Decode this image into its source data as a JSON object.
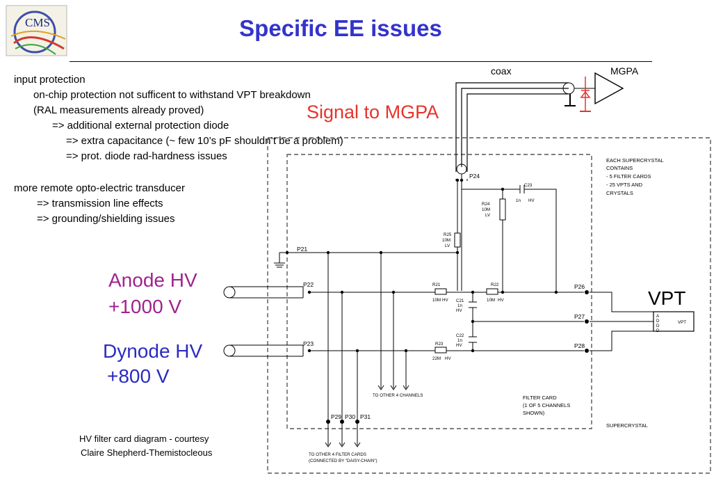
{
  "title": "Specific EE issues",
  "logo_text": "CMS",
  "notes": [
    "input protection",
    "on-chip protection not sufficent to withstand VPT breakdown",
    "(RAL measurements already proved)",
    "=> additional external protection diode",
    "=> extra capacitance (~ few 10’s pF shouldn’t be a problem)",
    "=> prot. diode rad-hardness issues",
    "more remote opto-electric transducer",
    "=> transmission line effects",
    "=> grounding/shielding issues"
  ],
  "labels": {
    "coax": "coax",
    "mgpa": "MGPA",
    "signal_to_mgpa": "Signal to MGPA",
    "anode_hv": "Anode HV",
    "anode_voltage": "+1000 V",
    "dynode_hv": "Dynode HV",
    "dynode_voltage": "+800 V",
    "vpt": "VPT",
    "credit_line1": "HV filter card diagram - courtesy",
    "credit_line2": "Claire Shepherd-Themistocleous"
  },
  "schematic": {
    "note_lines": [
      "EACH SUPERCRYSTAL",
      "CONTAINS",
      " - 5 FILTER CARDS",
      " - 25 VPTS AND",
      "CRYSTALS"
    ],
    "filter_card_lines": [
      "FILTER CARD",
      "(1 OF 5 CHANNELS",
      "SHOWN)"
    ],
    "supercrystal": "SUPERCRYSTAL",
    "to_other_channels": "TO OTHER 4 CHANNELS",
    "to_other_cards_lines": [
      "TO OTHER 4 FILTER CARDS",
      "(CONNECTED BY \"DAISY-CHAIN\")"
    ],
    "pins": {
      "p21": "P21",
      "p22": "P22",
      "p23": "P23",
      "p24": "P24",
      "p26": "P26",
      "p27": "P27",
      "p28": "P28",
      "p29": "P29",
      "p30": "P30",
      "p31": "P31"
    },
    "r21": [
      "R21",
      "10M",
      "HV"
    ],
    "r22": [
      "R22",
      "10M",
      "HV"
    ],
    "r23": [
      "R23",
      "22M",
      "HV"
    ],
    "r24": [
      "R24",
      "10M",
      "LV"
    ],
    "r25": [
      "R25",
      "10M",
      "LV"
    ],
    "c21": [
      "C21",
      "1n",
      "HV"
    ],
    "c22": [
      "C22",
      "1n",
      "HV"
    ],
    "c23": [
      "C23",
      "1n",
      "HV"
    ],
    "vpt_box": "VPT",
    "vpt_pins": [
      "A",
      "D",
      "D",
      "D"
    ]
  },
  "colors": {
    "title": "#3333cc",
    "anode": "#a0238e",
    "dynode": "#2b2bc2",
    "signal": "#e8332a",
    "diode": "#e8332a"
  }
}
